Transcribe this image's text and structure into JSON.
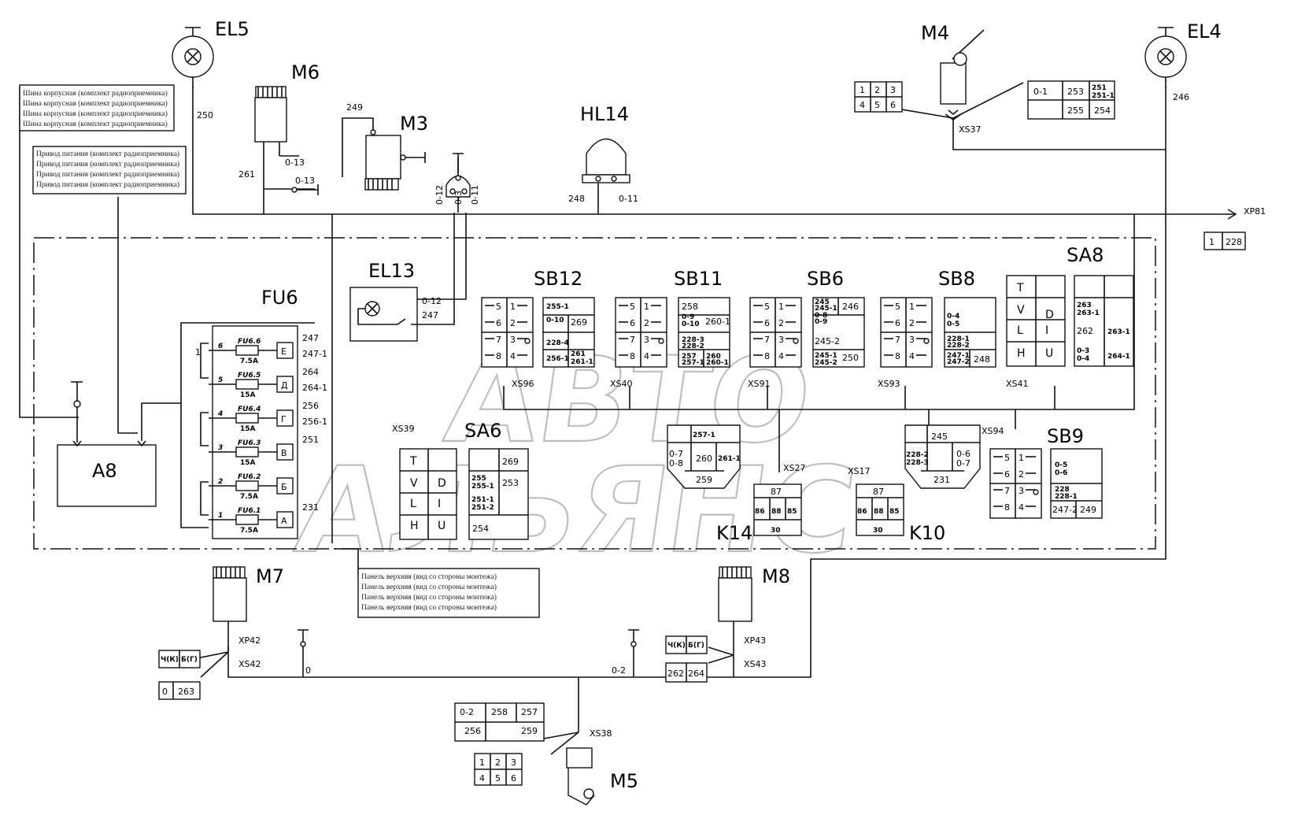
{
  "components": {
    "EL5": "EL5",
    "EL4": "EL4",
    "M4": "M4",
    "M6": "M6",
    "M3": "M3",
    "HL14": "HL14",
    "EL13": "EL13",
    "FU6": "FU6",
    "A8": "A8",
    "SB12": "SB12",
    "SB11": "SB11",
    "SB6": "SB6",
    "SB8": "SB8",
    "SA8": "SA8",
    "SA6": "SA6",
    "SB9": "SB9",
    "K14": "K14",
    "K10": "K10",
    "M7": "M7",
    "M8": "M8",
    "M5": "M5"
  },
  "connectors": {
    "XP81": "XP81",
    "XS37": "XS37",
    "XS96": "XS96",
    "XS40": "XS40",
    "XS91": "XS91",
    "XS93": "XS93",
    "XS41": "XS41",
    "XS39": "XS39",
    "XS94": "XS94",
    "XS27": "XS27",
    "XS17": "XS17",
    "XP42": "XP42",
    "XS42": "XS42",
    "XP43": "XP43",
    "XS43": "XS43",
    "XS38": "XS38"
  },
  "wires": {
    "w250": "250",
    "w246": "246",
    "w249": "249",
    "w261": "261",
    "w0_13a": "0-13",
    "w0_13b": "0-13",
    "w0_12": "0-12",
    "w0_3": "0-3",
    "w0_11": "0-11",
    "w248": "248",
    "w0_11b": "0-11",
    "w0_12b": "0-12",
    "w247": "247",
    "w0": "0",
    "w0_2": "0-2"
  },
  "fuses": [
    {
      "name": "FU6.6",
      "rating": "7.5A",
      "letter": "Е",
      "pin": "6",
      "out": [
        "247",
        "247-1"
      ]
    },
    {
      "name": "FU6.5",
      "rating": "15A",
      "letter": "Д",
      "pin": "5",
      "out": [
        "264",
        "264-1"
      ]
    },
    {
      "name": "FU6.4",
      "rating": "15A",
      "letter": "Г",
      "pin": "4",
      "out": [
        "256",
        "256-1"
      ]
    },
    {
      "name": "FU6.3",
      "rating": "15A",
      "letter": "В",
      "pin": "3",
      "out": [
        "251"
      ]
    },
    {
      "name": "FU6.2",
      "rating": "7.5A",
      "letter": "Б",
      "pin": "2",
      "out": []
    },
    {
      "name": "FU6.1",
      "rating": "7.5A",
      "letter": "А",
      "pin": "1",
      "out": [
        "231"
      ]
    }
  ],
  "fuse_one": "1",
  "notes": {
    "bus": [
      "Шина корпусная (комплект радиоприемника)",
      "Шина корпусная (комплект радиоприемника)",
      "Шина корпусная (комплект радиоприемника)",
      "Шина корпусная (комплект радиоприемника)"
    ],
    "power": [
      "Привод питания (комплект радиоприемника)",
      "Привод питания (комплект радиоприемника)",
      "Привод питания (комплект радиоприемника)",
      "Привод питания (комплект радиоприемника)"
    ],
    "panel": [
      "Панель верхняя (вид со стороны монтежа)",
      "Панель верхняя (вид со стороны монтежа)",
      "Панель верхняя (вид со стороны монтежа)",
      "Панель верхняя (вид со стороны монтежа)"
    ]
  },
  "blocks": {
    "xp81": [
      "1",
      "228"
    ],
    "m4_left": [
      "1",
      "2",
      "3",
      "4",
      "5",
      "6"
    ],
    "m4_right": [
      "0-1",
      "253",
      "251",
      "251-1",
      "255",
      "254"
    ],
    "sb12": [
      "255-1",
      "0-10",
      "269",
      "228-4",
      "256-1",
      "261",
      "261-1"
    ],
    "sb11": [
      "258",
      "0-9",
      "0-10",
      "260-1",
      "228-3",
      "228-2",
      "257",
      "257-1",
      "260",
      "260-1"
    ],
    "sb6": [
      "245",
      "245-1",
      "0-8",
      "0-9",
      "246",
      "245-2",
      "245-1",
      "245-2",
      "250"
    ],
    "sb8": [
      "0-4",
      "0-5",
      "228-1",
      "228-2",
      "247-1",
      "247-2",
      "248"
    ],
    "sa8": [
      "263",
      "263-1",
      "262",
      "263-1",
      "0-3",
      "0-4",
      "264-1"
    ],
    "sa6": [
      "269",
      "255",
      "255-1",
      "253",
      "251-1",
      "251-2",
      "254"
    ],
    "sb9": [
      "0-5",
      "0-6",
      "228",
      "228-1",
      "247-2",
      "249"
    ],
    "k14": [
      "257-1",
      "0-7",
      "0-8",
      "260",
      "261-1",
      "259"
    ],
    "k10": [
      "245",
      "228-2",
      "228-3",
      "0-6",
      "0-7",
      "231"
    ],
    "relay": [
      "87",
      "86",
      "88",
      "85",
      "30"
    ],
    "sw_nums": [
      "5",
      "1",
      "6",
      "2",
      "7",
      "3",
      "8",
      "4"
    ],
    "sa_letters": [
      "T",
      "V",
      "D",
      "L",
      "I",
      "H",
      "U"
    ],
    "m7": [
      "Ч(К)",
      "Б(Г)",
      "0",
      "263"
    ],
    "m8": [
      "Ч(К)",
      "Б(Г)",
      "262",
      "264"
    ],
    "m5_top": [
      "0-2",
      "258",
      "257",
      "256",
      "259"
    ],
    "m5_bot": [
      "1",
      "2",
      "3",
      "4",
      "5",
      "6"
    ]
  },
  "watermark": [
    "АВТО",
    "АЛЬЯНС"
  ]
}
